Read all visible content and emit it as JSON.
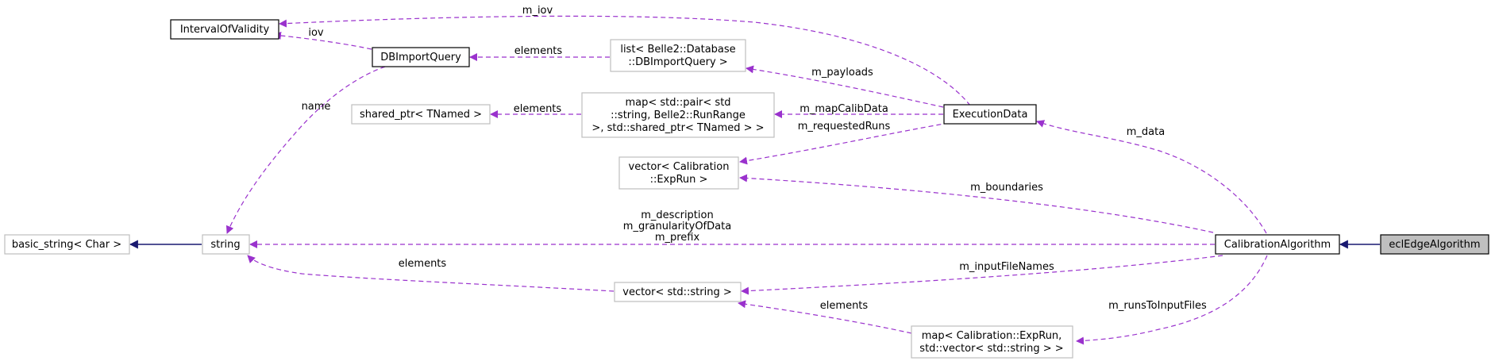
{
  "nodes": {
    "interval_of_validity": "IntervalOfValidity",
    "dbimport_query": "DBImportQuery",
    "list_dbimportquery": [
      "list< Belle2::Database",
      "::DBImportQuery >"
    ],
    "shared_ptr_tnamed": "shared_ptr< TNamed >",
    "map_pair_string_runrange": [
      "map< std::pair< std",
      "::string, Belle2::RunRange",
      " >, std::shared_ptr< TNamed > >"
    ],
    "execution_data": "ExecutionData",
    "vector_expRun": [
      "vector< Calibration",
      "::ExpRun >"
    ],
    "basic_string_char": "basic_string< Char >",
    "string": "string",
    "calibration_algorithm": "CalibrationAlgorithm",
    "ecl_edge_algorithm": "eclEdgeAlgorithm",
    "vector_std_string": "vector< std::string >",
    "map_expRun_vector_string": [
      "map< Calibration::ExpRun,",
      "std::vector< std::string > >"
    ]
  },
  "edge_labels": {
    "m_iov": "m_iov",
    "iov": "iov",
    "elements_list": "elements",
    "m_payloads": "m_payloads",
    "name": "name",
    "elements_shared": "elements",
    "m_mapCalibData": "m_mapCalibData",
    "m_requestedRuns": "m_requestedRuns",
    "m_data": "m_data",
    "m_boundaries": "m_boundaries",
    "string_members": [
      "m_description",
      "m_granularityOfData",
      "m_prefix"
    ],
    "elements_vector_string": "elements",
    "m_inputFileNames": "m_inputFileNames",
    "elements_map_runs": "elements",
    "m_runsToInputFiles": "m_runsToInputFiles"
  },
  "colors": {
    "usage_edge": "#9a32cd",
    "inheritance_edge": "#191970",
    "focus_fill": "#bfbfbf",
    "node_border_grey": "#bfbfbf",
    "node_border_black": "#000000"
  }
}
